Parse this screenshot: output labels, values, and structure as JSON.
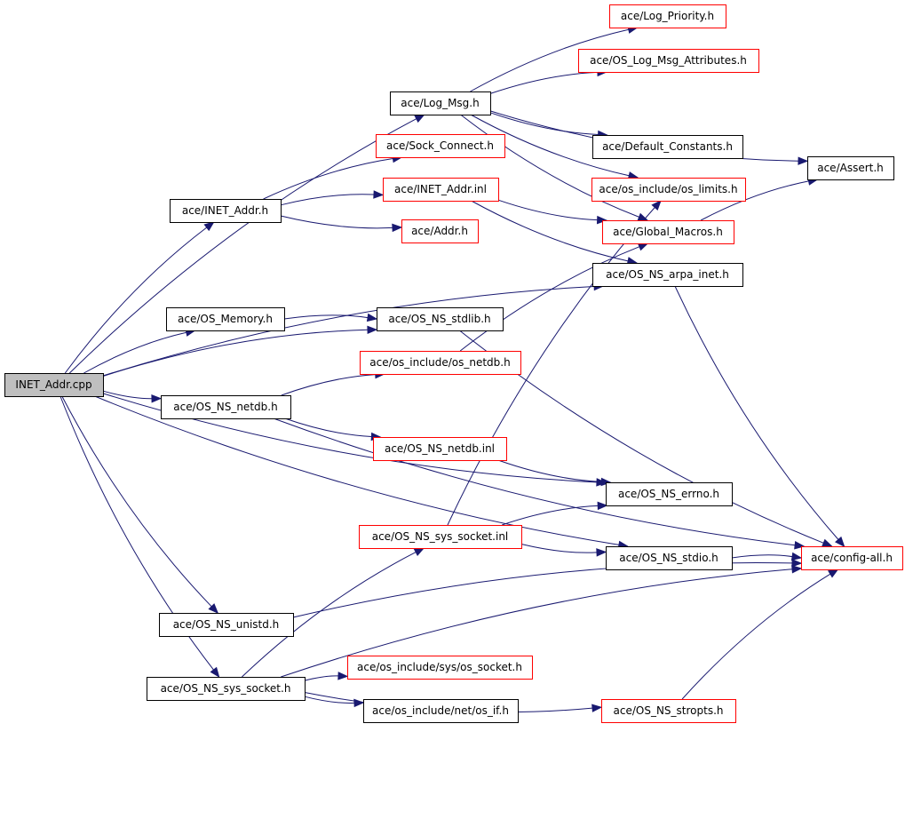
{
  "colors": {
    "root_fill": "#bfbfbf",
    "root_border": "#000000",
    "documented_border": "#000000",
    "undocumented_border": "#ff0000",
    "edge": "#191970",
    "background": "#ffffff"
  },
  "nodes": [
    {
      "id": "inet_addr_cpp",
      "label": "INET_Addr.cpp",
      "kind": "root"
    },
    {
      "id": "log_priority",
      "label": "ace/Log_Priority.h",
      "kind": "red"
    },
    {
      "id": "os_log_msg_attr",
      "label": "ace/OS_Log_Msg_Attributes.h",
      "kind": "red"
    },
    {
      "id": "log_msg",
      "label": "ace/Log_Msg.h",
      "kind": "black"
    },
    {
      "id": "default_constants",
      "label": "ace/Default_Constants.h",
      "kind": "black"
    },
    {
      "id": "assert",
      "label": "ace/Assert.h",
      "kind": "black"
    },
    {
      "id": "sock_connect",
      "label": "ace/Sock_Connect.h",
      "kind": "red"
    },
    {
      "id": "inet_addr_h",
      "label": "ace/INET_Addr.h",
      "kind": "black"
    },
    {
      "id": "inet_addr_inl",
      "label": "ace/INET_Addr.inl",
      "kind": "red"
    },
    {
      "id": "os_limits",
      "label": "ace/os_include/os_limits.h",
      "kind": "red"
    },
    {
      "id": "global_macros",
      "label": "ace/Global_Macros.h",
      "kind": "red"
    },
    {
      "id": "addr",
      "label": "ace/Addr.h",
      "kind": "red"
    },
    {
      "id": "os_ns_arpa_inet",
      "label": "ace/OS_NS_arpa_inet.h",
      "kind": "black"
    },
    {
      "id": "os_memory",
      "label": "ace/OS_Memory.h",
      "kind": "black"
    },
    {
      "id": "os_ns_stdlib",
      "label": "ace/OS_NS_stdlib.h",
      "kind": "black"
    },
    {
      "id": "os_netdb_h",
      "label": "ace/os_include/os_netdb.h",
      "kind": "red"
    },
    {
      "id": "os_ns_netdb_h",
      "label": "ace/OS_NS_netdb.h",
      "kind": "black"
    },
    {
      "id": "os_ns_netdb_inl",
      "label": "ace/OS_NS_netdb.inl",
      "kind": "red"
    },
    {
      "id": "os_ns_errno",
      "label": "ace/OS_NS_errno.h",
      "kind": "black"
    },
    {
      "id": "os_ns_sys_socket_inl",
      "label": "ace/OS_NS_sys_socket.inl",
      "kind": "red"
    },
    {
      "id": "os_ns_stdio",
      "label": "ace/OS_NS_stdio.h",
      "kind": "black"
    },
    {
      "id": "config_all",
      "label": "ace/config-all.h",
      "kind": "red"
    },
    {
      "id": "os_ns_unistd",
      "label": "ace/OS_NS_unistd.h",
      "kind": "black"
    },
    {
      "id": "os_sys_socket_h",
      "label": "ace/os_include/sys/os_socket.h",
      "kind": "red"
    },
    {
      "id": "os_ns_sys_socket_h",
      "label": "ace/OS_NS_sys_socket.h",
      "kind": "black"
    },
    {
      "id": "os_net_if",
      "label": "ace/os_include/net/os_if.h",
      "kind": "black"
    },
    {
      "id": "os_ns_stropts",
      "label": "ace/OS_NS_stropts.h",
      "kind": "red"
    }
  ],
  "edges": [
    [
      "inet_addr_cpp",
      "log_msg"
    ],
    [
      "inet_addr_cpp",
      "inet_addr_h"
    ],
    [
      "inet_addr_cpp",
      "os_ns_arpa_inet"
    ],
    [
      "inet_addr_cpp",
      "os_memory"
    ],
    [
      "inet_addr_cpp",
      "os_ns_stdlib"
    ],
    [
      "inet_addr_cpp",
      "os_ns_netdb_h"
    ],
    [
      "inet_addr_cpp",
      "os_ns_errno"
    ],
    [
      "inet_addr_cpp",
      "os_ns_stdio"
    ],
    [
      "inet_addr_cpp",
      "os_ns_unistd"
    ],
    [
      "inet_addr_cpp",
      "os_ns_sys_socket_h"
    ],
    [
      "log_msg",
      "log_priority"
    ],
    [
      "log_msg",
      "os_log_msg_attr"
    ],
    [
      "log_msg",
      "default_constants"
    ],
    [
      "log_msg",
      "assert"
    ],
    [
      "log_msg",
      "os_limits"
    ],
    [
      "log_msg",
      "global_macros"
    ],
    [
      "inet_addr_h",
      "sock_connect"
    ],
    [
      "inet_addr_h",
      "inet_addr_inl"
    ],
    [
      "inet_addr_h",
      "addr"
    ],
    [
      "inet_addr_inl",
      "global_macros"
    ],
    [
      "inet_addr_inl",
      "os_ns_arpa_inet"
    ],
    [
      "global_macros",
      "assert"
    ],
    [
      "os_ns_arpa_inet",
      "config_all"
    ],
    [
      "os_memory",
      "os_ns_stdlib"
    ],
    [
      "os_ns_stdlib",
      "config_all"
    ],
    [
      "os_netdb_h",
      "global_macros"
    ],
    [
      "os_ns_netdb_h",
      "os_netdb_h"
    ],
    [
      "os_ns_netdb_h",
      "os_ns_netdb_inl"
    ],
    [
      "os_ns_netdb_h",
      "config_all"
    ],
    [
      "os_ns_netdb_inl",
      "os_ns_errno"
    ],
    [
      "os_ns_sys_socket_inl",
      "os_limits"
    ],
    [
      "os_ns_sys_socket_inl",
      "os_ns_errno"
    ],
    [
      "os_ns_sys_socket_inl",
      "os_ns_stdio"
    ],
    [
      "os_ns_stdio",
      "config_all"
    ],
    [
      "os_ns_unistd",
      "config_all"
    ],
    [
      "os_ns_sys_socket_h",
      "os_sys_socket_h"
    ],
    [
      "os_ns_sys_socket_h",
      "os_ns_sys_socket_inl"
    ],
    [
      "os_ns_sys_socket_h",
      "os_net_if"
    ],
    [
      "os_ns_sys_socket_h",
      "os_ns_stropts"
    ],
    [
      "os_ns_sys_socket_h",
      "config_all"
    ],
    [
      "os_ns_stropts",
      "config_all"
    ]
  ]
}
